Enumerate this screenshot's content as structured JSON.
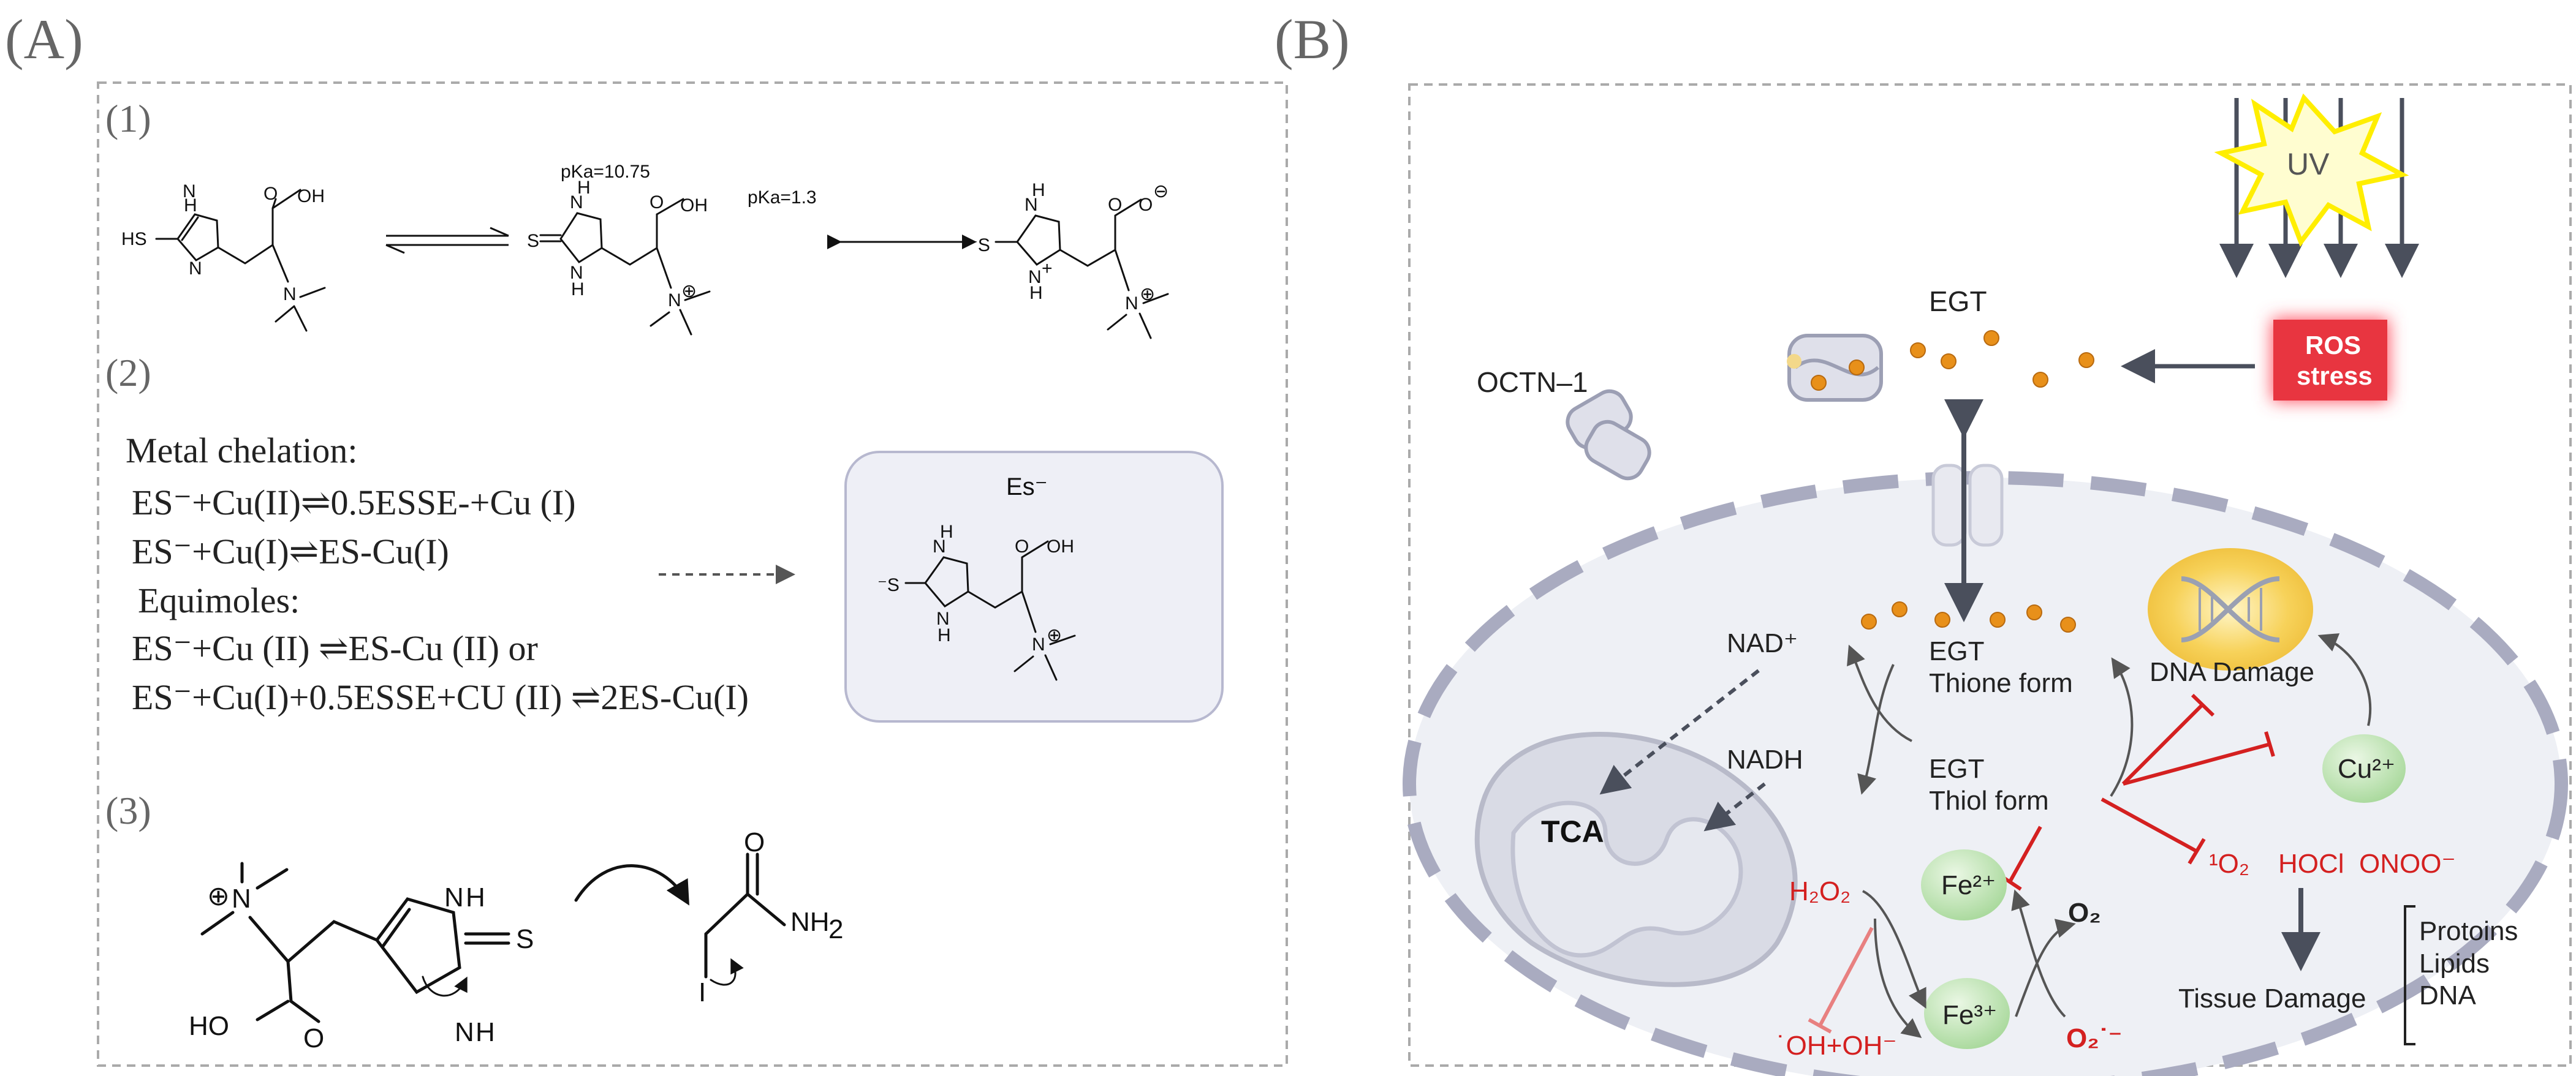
{
  "panel_a": {
    "label": "(A)",
    "section1": "(1)",
    "section2": "(2)",
    "section3": "(3)",
    "pka1": "pKa=10.75",
    "pka2": "pKa=1.3",
    "metal_heading": "Metal chelation:",
    "eq1": "ES⁻+Cu(II)⇌0.5ESSE-+Cu (I)",
    "eq2": "ES⁻+Cu(I)⇌ES-Cu(I)",
    "equimoles": "Equimoles:",
    "eq3": "ES⁻+Cu (II) ⇌ES-Cu (II)  or",
    "eq4": "ES⁻+Cu(I)+0.5ESSE+CU (II) ⇌2ES-Cu(I)",
    "es_box_title": "Es⁻"
  },
  "panel_b": {
    "label": "(B)",
    "uv": "UV",
    "ros_line1": "ROS",
    "ros_line2": "stress",
    "egt": "EGT",
    "octn": "OCTN–1",
    "nad_plus": "NAD⁺",
    "nadh": "NADH",
    "tca": "TCA",
    "egt_thione_1": "EGT",
    "egt_thione_2": "Thione form",
    "egt_thiol_1": "EGT",
    "egt_thiol_2": "Thiol form",
    "dna_damage": "DNA Damage",
    "cu": "Cu²⁺",
    "fe2": "Fe²⁺",
    "fe3": "Fe³⁺",
    "h2o2": "H₂O₂",
    "oh": "˙OH+OH⁻",
    "o2": "O₂",
    "o2_radical": "O₂˙⁻",
    "singlet_o2": "¹O₂",
    "hocl": "HOCl",
    "onoo": "ONOO⁻",
    "tissue_damage": "Tissue Damage",
    "targets": [
      "Protoins",
      "Lipids",
      "DNA"
    ]
  },
  "colors": {
    "red_inhibit": "#d42020",
    "ros_box": "#e8303a",
    "uv_star": "#ffff00",
    "ion_green": "#bfe3b4",
    "dna_glow": "#f7d25a",
    "egt_dot": "#e8901a"
  }
}
